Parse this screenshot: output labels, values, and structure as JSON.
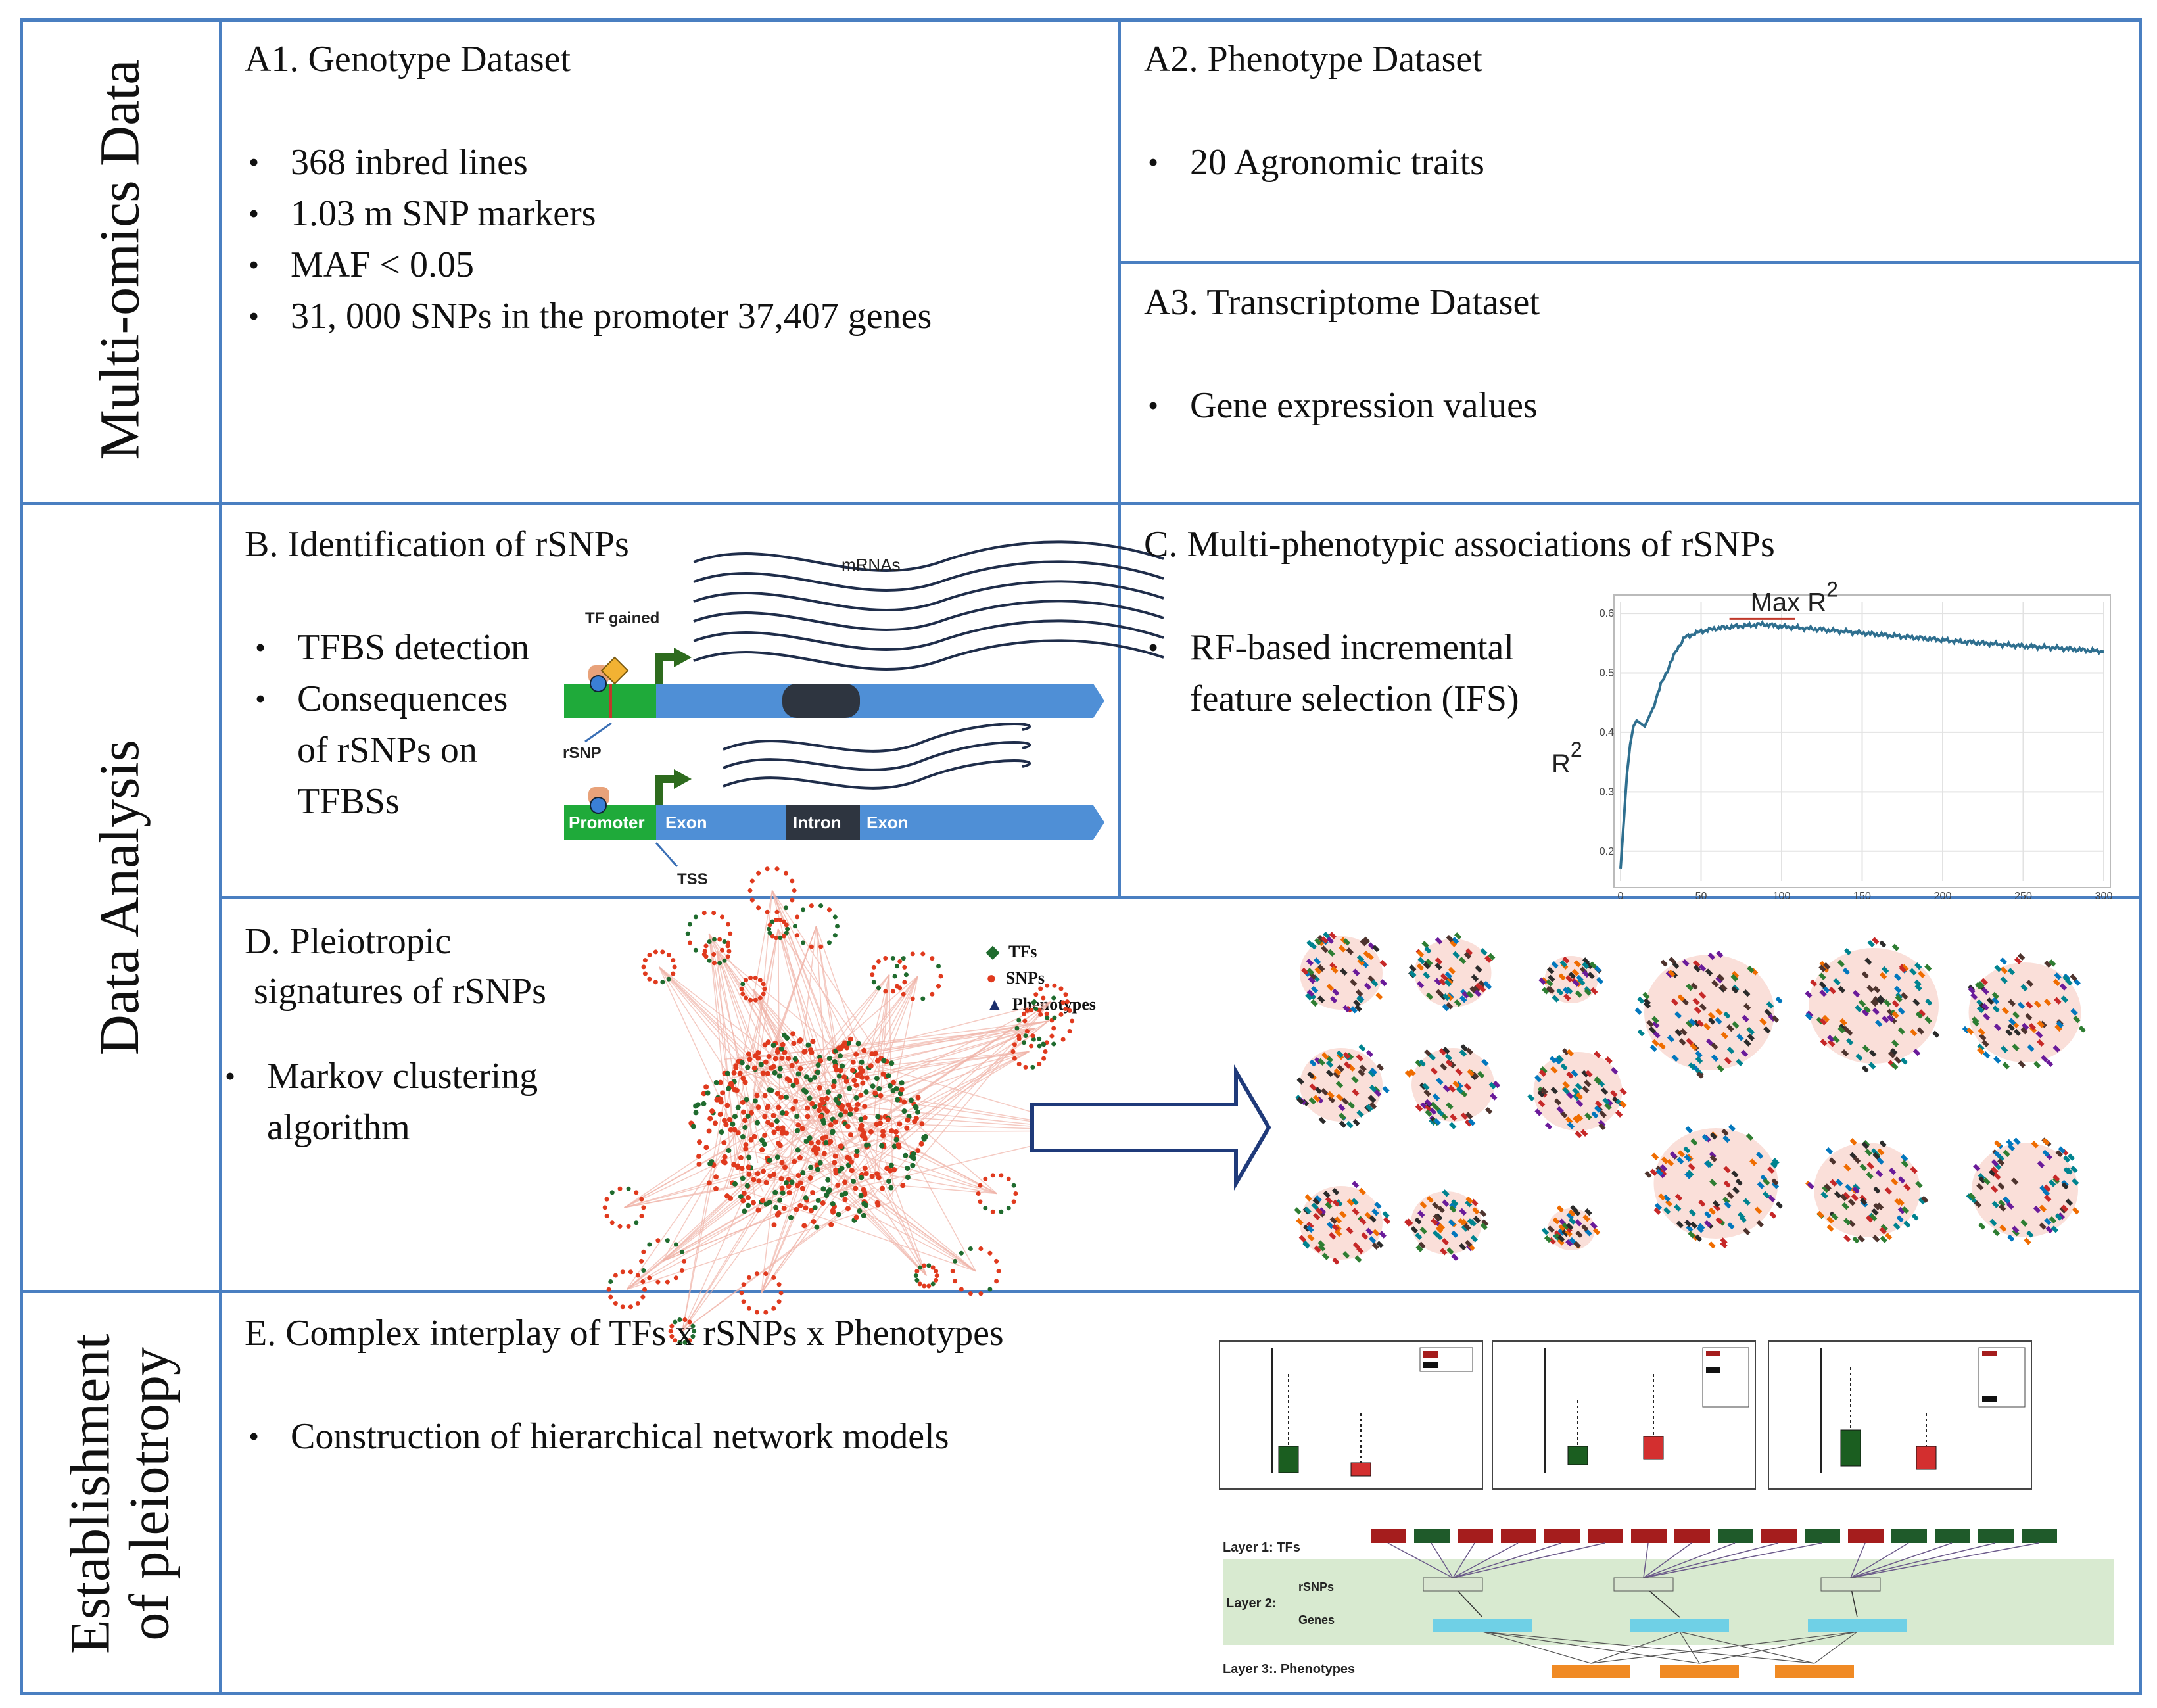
{
  "rows": {
    "row1_label": "Multi-omics Data",
    "row2_label": "Data Analysis",
    "row3_label_line1": "Establishment",
    "row3_label_line2": "of pleiotropy"
  },
  "a1": {
    "title": "A1. Genotype Dataset",
    "items": [
      "368 inbred lines",
      "1.03 m SNP markers",
      "MAF < 0.05",
      "31, 000 SNPs in the promoter 37,407 genes"
    ]
  },
  "a2": {
    "title": "A2. Phenotype Dataset",
    "items": [
      "20 Agronomic traits"
    ]
  },
  "a3": {
    "title": "A3. Transcriptome Dataset",
    "items": [
      "Gene expression values"
    ]
  },
  "b": {
    "title": "B. Identification of rSNPs",
    "items": [
      "TFBS detection",
      "Consequences",
      "of rSNPs on",
      "TFBSs"
    ],
    "diagram": {
      "mrnas": "mRNAs",
      "tf_gained": "TF gained",
      "rsnp": "rSNP",
      "promoter": "Promoter",
      "exon1": "Exon",
      "intron": "Intron",
      "exon2": "Exon",
      "tss": "TSS",
      "colors": {
        "promoter": "#1faa3a",
        "exon": "#4f8fd6",
        "intron": "#2e3540"
      }
    }
  },
  "c": {
    "title": "C. Multi-phenotypic associations of rSNPs",
    "items": [
      "RF-based incremental",
      "feature selection (IFS)"
    ],
    "chart": {
      "annotation": "Max R",
      "annotation_sup": "2",
      "ylabel": "R",
      "ylabel_sup": "2",
      "xticks": [
        "0",
        "50",
        "100",
        "150",
        "200",
        "250",
        "300"
      ],
      "yticks": [
        "0.2",
        "0.3",
        "0.4",
        "0.5",
        "0.6"
      ],
      "line_color": "#2f6f8f"
    }
  },
  "chart_data": {
    "type": "line",
    "title": "",
    "xlabel": "",
    "ylabel": "R2",
    "xlim": [
      0,
      300
    ],
    "ylim": [
      0.15,
      0.62
    ],
    "x": [
      0,
      2,
      4,
      6,
      8,
      10,
      15,
      20,
      25,
      30,
      35,
      40,
      50,
      60,
      70,
      80,
      88,
      100,
      120,
      150,
      180,
      210,
      240,
      270,
      300
    ],
    "y": [
      0.17,
      0.25,
      0.33,
      0.38,
      0.41,
      0.42,
      0.41,
      0.44,
      0.48,
      0.51,
      0.54,
      0.56,
      0.57,
      0.575,
      0.578,
      0.58,
      0.582,
      0.578,
      0.574,
      0.567,
      0.56,
      0.553,
      0.547,
      0.542,
      0.536
    ]
  },
  "d": {
    "title_line1": "D.  Pleiotropic",
    "title_line2": "signatures of rSNPs",
    "items": [
      "Markov clustering",
      "algorithm"
    ],
    "legend": [
      {
        "symbol": "◆",
        "label": "TFs",
        "color": "#1f6b2e"
      },
      {
        "symbol": "●",
        "label": "SNPs",
        "color": "#e03a1e"
      },
      {
        "symbol": "▲",
        "label": "Phenotypes",
        "color": "#1a2d6b"
      }
    ]
  },
  "e": {
    "title": "E.   Complex interplay of TFs x rSNPs x Phenotypes",
    "items": [
      "Construction of hierarchical network models"
    ],
    "layers": {
      "l1": "Layer 1: TFs",
      "l2": "Layer 2:",
      "l2a": "rSNPs",
      "l2b": "Genes",
      "l3": "Layer 3:. Phenotypes"
    },
    "colors": {
      "tf_red": "#a51d1d",
      "tf_green": "#1f5a2a",
      "snp": "#d9e6d1",
      "gene": "#6fd0e6",
      "pheno": "#f08a24",
      "band": "#d8ead0"
    }
  }
}
